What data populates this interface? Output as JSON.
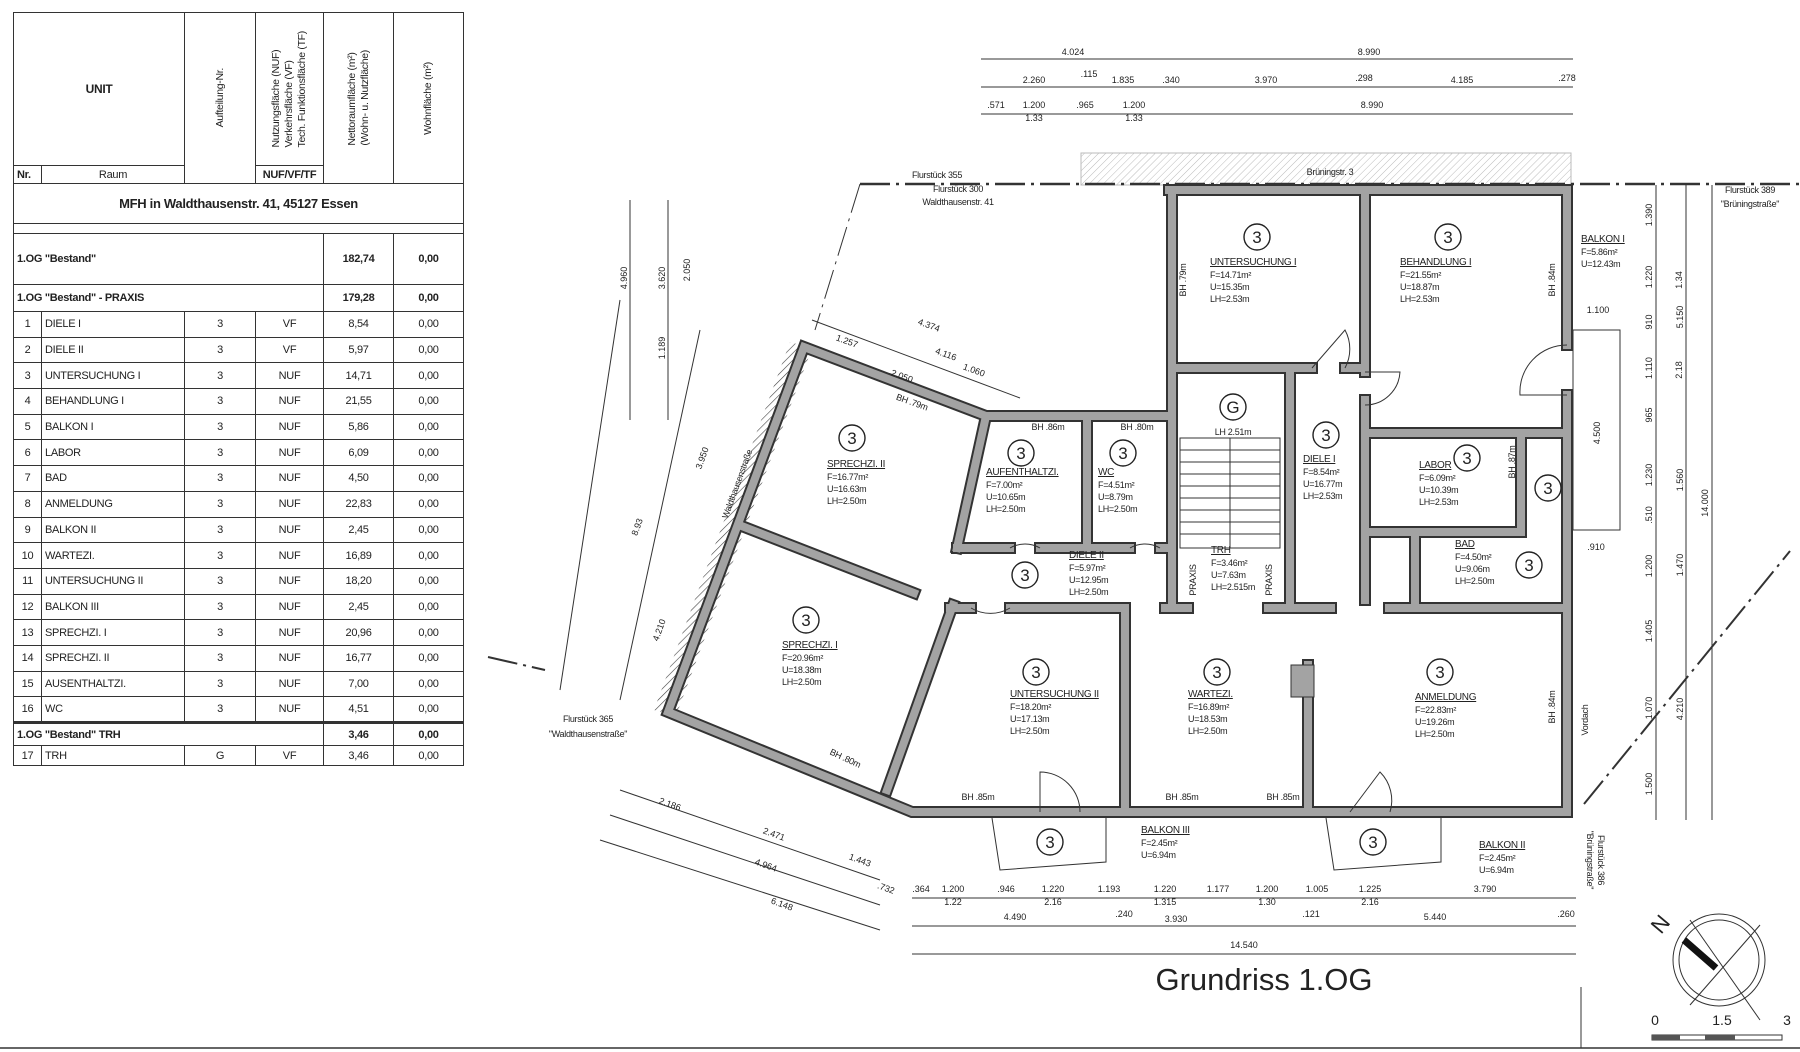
{
  "table": {
    "header": {
      "unit": "UNIT",
      "nr": "Nr.",
      "raum": "Raum",
      "aufteilung": "Aufteilung-Nr.",
      "nuf_line1": "Nutzungsfläche (NUF)",
      "nuf_line2": "Verkehrsfläche (VF)",
      "nuf_line3": "Tech. Funktionsfläche (TF)",
      "nuf_code": "NUF/VF/TF",
      "netto_line1": "Nettoraumfläche (m²)",
      "netto_line2": "(Wohn- u. Nutzfläche)",
      "wohn": "Wohnfläche (m²)"
    },
    "project": "MFH in Waldthausenstr. 41, 45127 Essen",
    "summary_total": {
      "label": "1.OG \"Bestand\"",
      "netto": "182,74",
      "wohn": "0,00"
    },
    "summary_praxis": {
      "label": "1.OG \"Bestand\" - PRAXIS",
      "netto": "179,28",
      "wohn": "0,00"
    },
    "praxis_rows": [
      {
        "nr": "1",
        "raum": "DIELE I",
        "auft": "3",
        "typ": "VF",
        "netto": "8,54",
        "wohn": "0,00"
      },
      {
        "nr": "2",
        "raum": "DIELE II",
        "auft": "3",
        "typ": "VF",
        "netto": "5,97",
        "wohn": "0,00"
      },
      {
        "nr": "3",
        "raum": "UNTERSUCHUNG I",
        "auft": "3",
        "typ": "NUF",
        "netto": "14,71",
        "wohn": "0,00"
      },
      {
        "nr": "4",
        "raum": "BEHANDLUNG I",
        "auft": "3",
        "typ": "NUF",
        "netto": "21,55",
        "wohn": "0,00"
      },
      {
        "nr": "5",
        "raum": "BALKON I",
        "auft": "3",
        "typ": "NUF",
        "netto": "5,86",
        "wohn": "0,00"
      },
      {
        "nr": "6",
        "raum": "LABOR",
        "auft": "3",
        "typ": "NUF",
        "netto": "6,09",
        "wohn": "0,00"
      },
      {
        "nr": "7",
        "raum": "BAD",
        "auft": "3",
        "typ": "NUF",
        "netto": "4,50",
        "wohn": "0,00"
      },
      {
        "nr": "8",
        "raum": "ANMELDUNG",
        "auft": "3",
        "typ": "NUF",
        "netto": "22,83",
        "wohn": "0,00"
      },
      {
        "nr": "9",
        "raum": "BALKON II",
        "auft": "3",
        "typ": "NUF",
        "netto": "2,45",
        "wohn": "0,00"
      },
      {
        "nr": "10",
        "raum": "WARTEZI.",
        "auft": "3",
        "typ": "NUF",
        "netto": "16,89",
        "wohn": "0,00"
      },
      {
        "nr": "11",
        "raum": "UNTERSUCHUNG II",
        "auft": "3",
        "typ": "NUF",
        "netto": "18,20",
        "wohn": "0,00"
      },
      {
        "nr": "12",
        "raum": "BALKON III",
        "auft": "3",
        "typ": "NUF",
        "netto": "2,45",
        "wohn": "0,00"
      },
      {
        "nr": "13",
        "raum": "SPRECHZI. I",
        "auft": "3",
        "typ": "NUF",
        "netto": "20,96",
        "wohn": "0,00"
      },
      {
        "nr": "14",
        "raum": "SPRECHZI. II",
        "auft": "3",
        "typ": "NUF",
        "netto": "16,77",
        "wohn": "0,00"
      },
      {
        "nr": "15",
        "raum": "AUSENTHALTZI.",
        "auft": "3",
        "typ": "NUF",
        "netto": "7,00",
        "wohn": "0,00"
      },
      {
        "nr": "16",
        "raum": "WC",
        "auft": "3",
        "typ": "NUF",
        "netto": "4,51",
        "wohn": "0,00"
      }
    ],
    "summary_trh": {
      "label": "1.OG \"Bestand\" TRH",
      "netto": "3,46",
      "wohn": "0,00"
    },
    "trh_rows": [
      {
        "nr": "17",
        "raum": "TRH",
        "auft": "G",
        "typ": "VF",
        "netto": "3,46",
        "wohn": "0,00"
      }
    ]
  },
  "plan": {
    "title": "Grundriss 1.OG",
    "north": "N",
    "scale_labels": [
      "0",
      "1.5",
      "3"
    ],
    "rooms": [
      {
        "name": "UNTERSUCHUNG I",
        "unit": "3",
        "area": "F=14.71m²",
        "perimeter": "U=15.35m",
        "height": "LH=2.53m"
      },
      {
        "name": "BEHANDLUNG I",
        "unit": "3",
        "area": "F=21.55m²",
        "perimeter": "U=18.87m",
        "height": "LH=2.53m"
      },
      {
        "name": "BALKON I",
        "unit": "3",
        "area": "F=5.86m²",
        "perimeter": "U=12.43m",
        "height": ""
      },
      {
        "name": "TRH",
        "unit": "G",
        "area": "F=3.46m²",
        "perimeter": "U=7.63m",
        "height": "LH=2.515m",
        "note": "LH 2.51m"
      },
      {
        "name": "DIELE I",
        "unit": "3",
        "area": "F=8.54m²",
        "perimeter": "U=16.77m",
        "height": "LH=2.53m"
      },
      {
        "name": "LABOR",
        "unit": "3",
        "area": "F=6.09m²",
        "perimeter": "U=10.39m",
        "height": "LH=2.53m"
      },
      {
        "name": "BAD",
        "unit": "3",
        "area": "F=4.50m²",
        "perimeter": "U=9.06m",
        "height": "LH=2.50m"
      },
      {
        "name": "SPRECHZI. II",
        "unit": "3",
        "area": "F=16.77m²",
        "perimeter": "U=16.63m",
        "height": "LH=2.50m"
      },
      {
        "name": "AUFENTHALTZI.",
        "unit": "3",
        "area": "F=7.00m²",
        "perimeter": "U=10.65m",
        "height": "LH=2.50m"
      },
      {
        "name": "WC",
        "unit": "3",
        "area": "F=4.51m²",
        "perimeter": "U=8.79m",
        "height": "LH=2.50m"
      },
      {
        "name": "DIELE II",
        "unit": "3",
        "area": "F=5.97m²",
        "perimeter": "U=12.95m",
        "height": "LH=2.50m"
      },
      {
        "name": "SPRECHZI. I",
        "unit": "3",
        "area": "F=20.96m²",
        "perimeter": "U=18.38m",
        "height": "LH=2.50m"
      },
      {
        "name": "UNTERSUCHUNG II",
        "unit": "3",
        "area": "F=18.20m²",
        "perimeter": "U=17.13m",
        "height": "LH=2.50m"
      },
      {
        "name": "WARTEZI.",
        "unit": "3",
        "area": "F=16.89m²",
        "perimeter": "U=18.53m",
        "height": "LH=2.50m"
      },
      {
        "name": "ANMELDUNG",
        "unit": "3",
        "area": "F=22.83m²",
        "perimeter": "U=19.26m",
        "height": "LH=2.50m"
      },
      {
        "name": "BALKON III",
        "unit": "3",
        "area": "F=2.45m²",
        "perimeter": "U=6.94m",
        "height": ""
      },
      {
        "name": "BALKON II",
        "unit": "3",
        "area": "F=2.45m²",
        "perimeter": "U=6.94m",
        "height": ""
      }
    ],
    "dimensions": [
      "4.024",
      "8.990",
      "2.260",
      ".115",
      "1.835",
      ".340",
      "3.970",
      ".298",
      "4.185",
      ".278",
      ".571",
      "1.200",
      "1.33",
      ".965",
      "1.200",
      "1.33",
      "8.990",
      ".364",
      "1.200",
      "1.22",
      ".946",
      "1.220",
      "2.16",
      "1.193",
      "1.220",
      "1.315",
      "1.177",
      "1.200",
      "1.30",
      "1.005",
      "1.225",
      "2.16",
      "3.790",
      "4.490",
      ".240",
      "3.930",
      ".121",
      "5.440",
      ".260",
      "14.540",
      "1.390",
      "1.220",
      "910",
      "1.110",
      "965",
      "1.230",
      ".510",
      "1.200",
      "1.405",
      "1.070",
      "1.500",
      "1.34",
      "2.18",
      "5.150",
      "1.560",
      "1.470",
      "4.210",
      "14.000",
      "4.500",
      "1.100",
      ".910",
      "4.960",
      "3.620",
      "2.050",
      "1.189",
      "8.93",
      "4.210",
      "3.950",
      "4.374",
      "4.116",
      "1.257",
      "2.050",
      "1.060",
      "2.186",
      "2.471",
      "4.964",
      "1.443",
      "6.148",
      ".732"
    ],
    "annotations": [
      "BH .79m",
      "BH .86m",
      "BH .80m",
      "BH .79m",
      "BH .84m",
      "BH .87m",
      "BH .80m",
      "BH .85m",
      "BH .85m",
      "BH .85m",
      "BH .84m",
      "Vordach",
      "PRAXIS",
      "PRAXIS",
      "Brüningstr. 3"
    ],
    "parcel_labels": [
      "Flurstück 355",
      "Flurstück 300",
      "Waldthausenstr. 41",
      "Flurstück 389",
      "\"Brüningstraße\"",
      "Flurstück 365",
      "\"Waldthausenstraße\"",
      "Waldthausenstraße",
      "Flurstück 386",
      "\"Brüningstraße\""
    ]
  }
}
